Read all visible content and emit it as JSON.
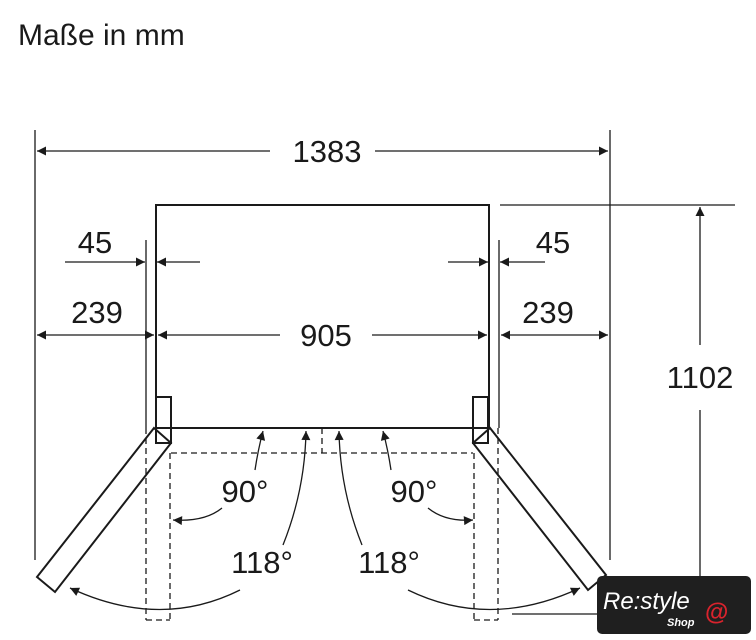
{
  "title": "Maße in mm",
  "dimensions": {
    "total_width": "1383",
    "depth": "1102",
    "left_gap_45": "45",
    "right_gap_45": "45",
    "left_side_239": "239",
    "right_side_239": "239",
    "cabinet_width": "905"
  },
  "angles": {
    "left_90": "90°",
    "right_90": "90°",
    "left_118": "118°",
    "right_118": "118°"
  },
  "logo": {
    "text": "Re:style",
    "sub": "Shop",
    "symbol": "@",
    "bg": "#1f1f1f",
    "accent": "#d9232d"
  }
}
